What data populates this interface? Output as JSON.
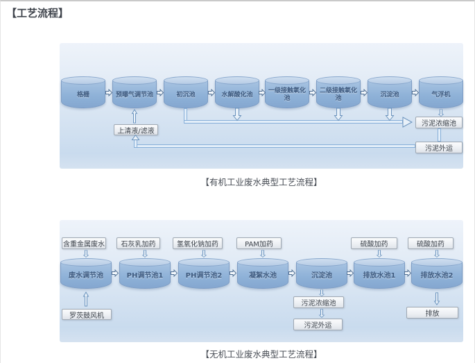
{
  "page": {
    "title": "【工艺流程】"
  },
  "colors": {
    "panel_bg_top": "#eef3fa",
    "panel_bg_bottom": "#c9dbee",
    "tank_fill": "#8fb2d8",
    "tank_border": "#7d9cc4",
    "tank_text": "#3d5a80",
    "pipe_line": "#85aed8",
    "box_border": "#9fa8b2",
    "box_text": "#3d434b",
    "title_text": "#3f444c"
  },
  "diagram1": {
    "caption": "【有机工业废水典型工艺流程】",
    "tanks": [
      "格栅",
      "预曝气调节池",
      "初沉池",
      "水解酸化池",
      "一级接触氧化池",
      "二级接触氧化池",
      "沉淀池",
      "气浮机"
    ],
    "supernatant_label": "上清液/滤液",
    "thickener_label": "污泥浓缩池",
    "sludge_out_label": "污泥外运"
  },
  "diagram2": {
    "caption": "【无机工业废水典型工艺流程】",
    "feeds": [
      "含重金属废水",
      "石灰乳加药",
      "氢氧化钠加药",
      "PAM加药",
      "硫酸加药",
      "硫酸加药"
    ],
    "tanks": [
      "废水调节池",
      "PH调节池1",
      "PH调节池2",
      "凝絮水池",
      "沉淀池",
      "排放水池1",
      "排放水池2"
    ],
    "blower_label": "罗茨鼓风机",
    "thickener_label": "污泥浓缩池",
    "sludge_out_label": "污泥外运",
    "discharge_label": "排放"
  }
}
